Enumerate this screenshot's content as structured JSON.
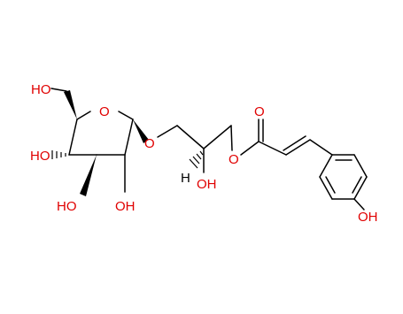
{
  "molecule": {
    "atoms": {
      "ho_ch2": "HO",
      "ho_c4": "HO",
      "ho_c3": "HO",
      "oh_c2": "OH",
      "ring_o": "O",
      "glyco_o": "O",
      "oh_glycerol": "OH",
      "h_glycerol": "H",
      "ester_o": "O",
      "carbonyl_o": "O",
      "oh_phenol": "OH"
    },
    "colors": {
      "bond": "#000000",
      "oxygen": "#e00000"
    }
  }
}
